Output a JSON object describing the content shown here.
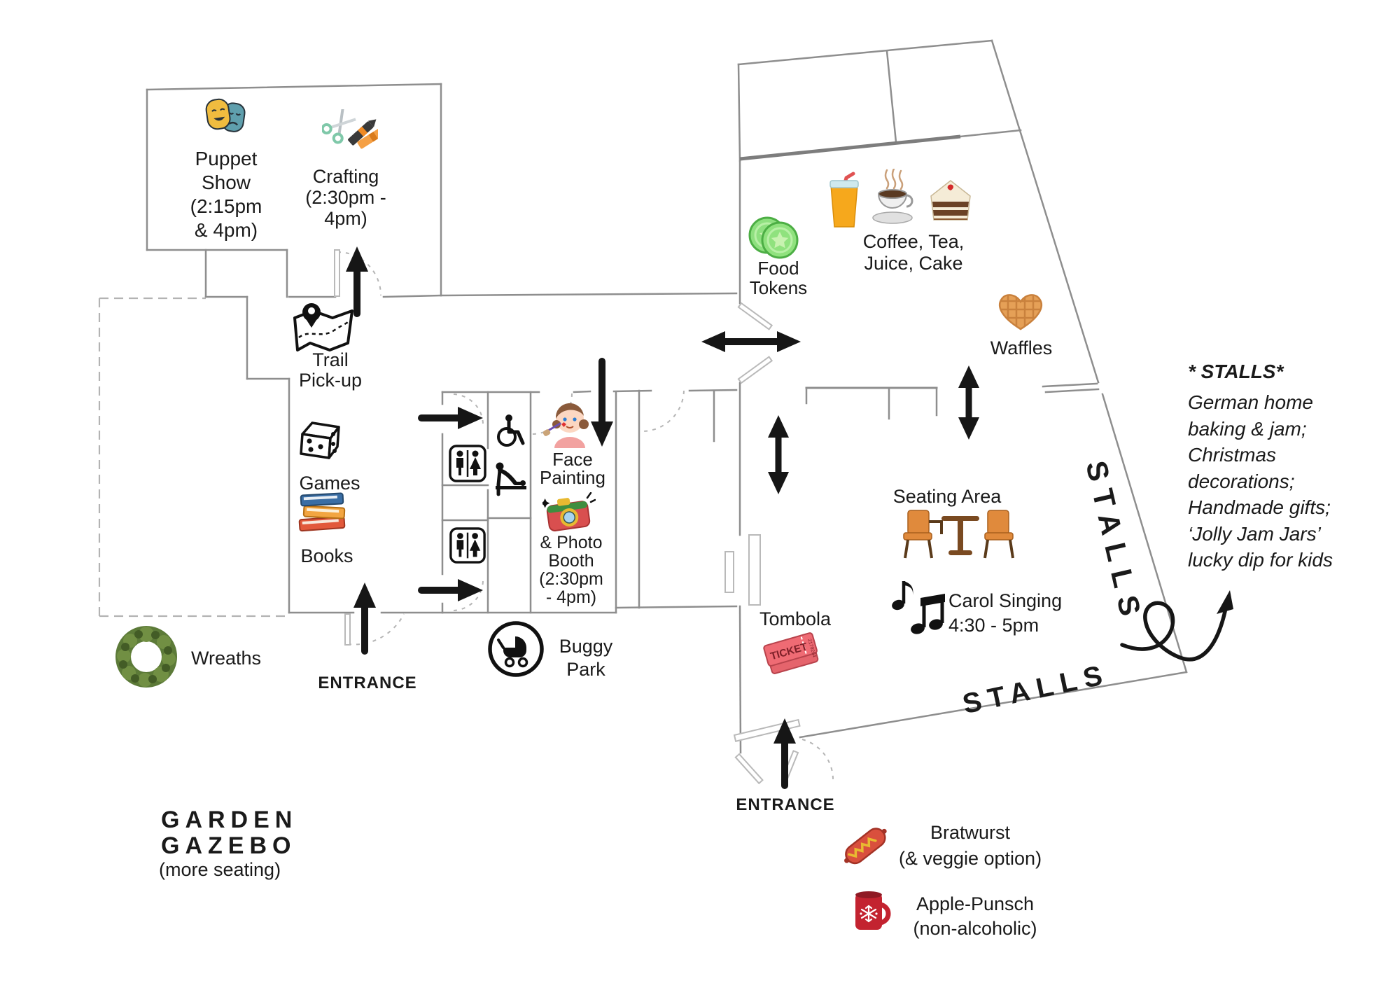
{
  "title": "Christmas fair venue map",
  "labels": {
    "puppet_show": "Puppet\nShow\n(2:15pm\n& 4pm)",
    "crafting": "Crafting\n(2:30pm -\n4pm)",
    "trail_pickup": "Trail\nPick-up",
    "games": "Games",
    "books": "Books",
    "wreaths": "Wreaths",
    "entrance_left": "ENTRANCE",
    "garden_gazebo": "GARDEN\nGAZEBO",
    "more_seating": "(more seating)",
    "face_painting": "Face\nPainting",
    "photo_booth": "& Photo\nBooth\n(2:30pm\n- 4pm)",
    "buggy_park": "Buggy\nPark",
    "food_tokens": "Food\nTokens",
    "coffee_tea": "Coffee, Tea,\nJuice, Cake",
    "waffles": "Waffles",
    "seating_area": "Seating Area",
    "carol_singing": "Carol Singing\n4:30 - 5pm",
    "tombola": "Tombola",
    "stalls_bottom": "STALLS",
    "stalls_right": "STALLS",
    "entrance_right": "ENTRANCE",
    "bratwurst": "Bratwurst\n(& veggie option)",
    "apple_punsch": "Apple-Punsch\n(non-alcoholic)",
    "stalls_note_title": "* STALLS*",
    "stalls_note_body": "German home\nbaking & jam;\nChristmas\ndecorations;\nHandmade gifts;\n‘Jolly Jam Jars’\nlucky dip for kids"
  },
  "icons": {
    "ticket_text": "TICKET",
    "list": [
      "theater-masks-icon",
      "crafting-scissors-crayons-icon",
      "trail-map-icon",
      "dice-icon",
      "books-icon",
      "wreath-icon",
      "toilet-sign-icon",
      "accessible-toilet-icon",
      "baby-change-icon",
      "face-painting-icon",
      "photo-camera-icon",
      "buggy-pram-icon",
      "food-tokens-icon",
      "juice-glass-icon",
      "coffee-cup-icon",
      "cake-slice-icon",
      "waffle-heart-icon",
      "seating-table-icon",
      "music-notes-icon",
      "tombola-ticket-icon",
      "bratwurst-icon",
      "punsch-mug-icon",
      "direction-arrows"
    ]
  },
  "colors": {
    "wall": "#8e8e8e",
    "wall_thick": "#7d7d7d",
    "dashed_boundary": "#b3b3b3",
    "arrow": "#161616",
    "text": "#1a1a1a",
    "token_green": "#7ddf6e",
    "ticket_red": "#ee6a73",
    "mug_red": "#c32330",
    "waffle_brown": "#e5a057"
  }
}
